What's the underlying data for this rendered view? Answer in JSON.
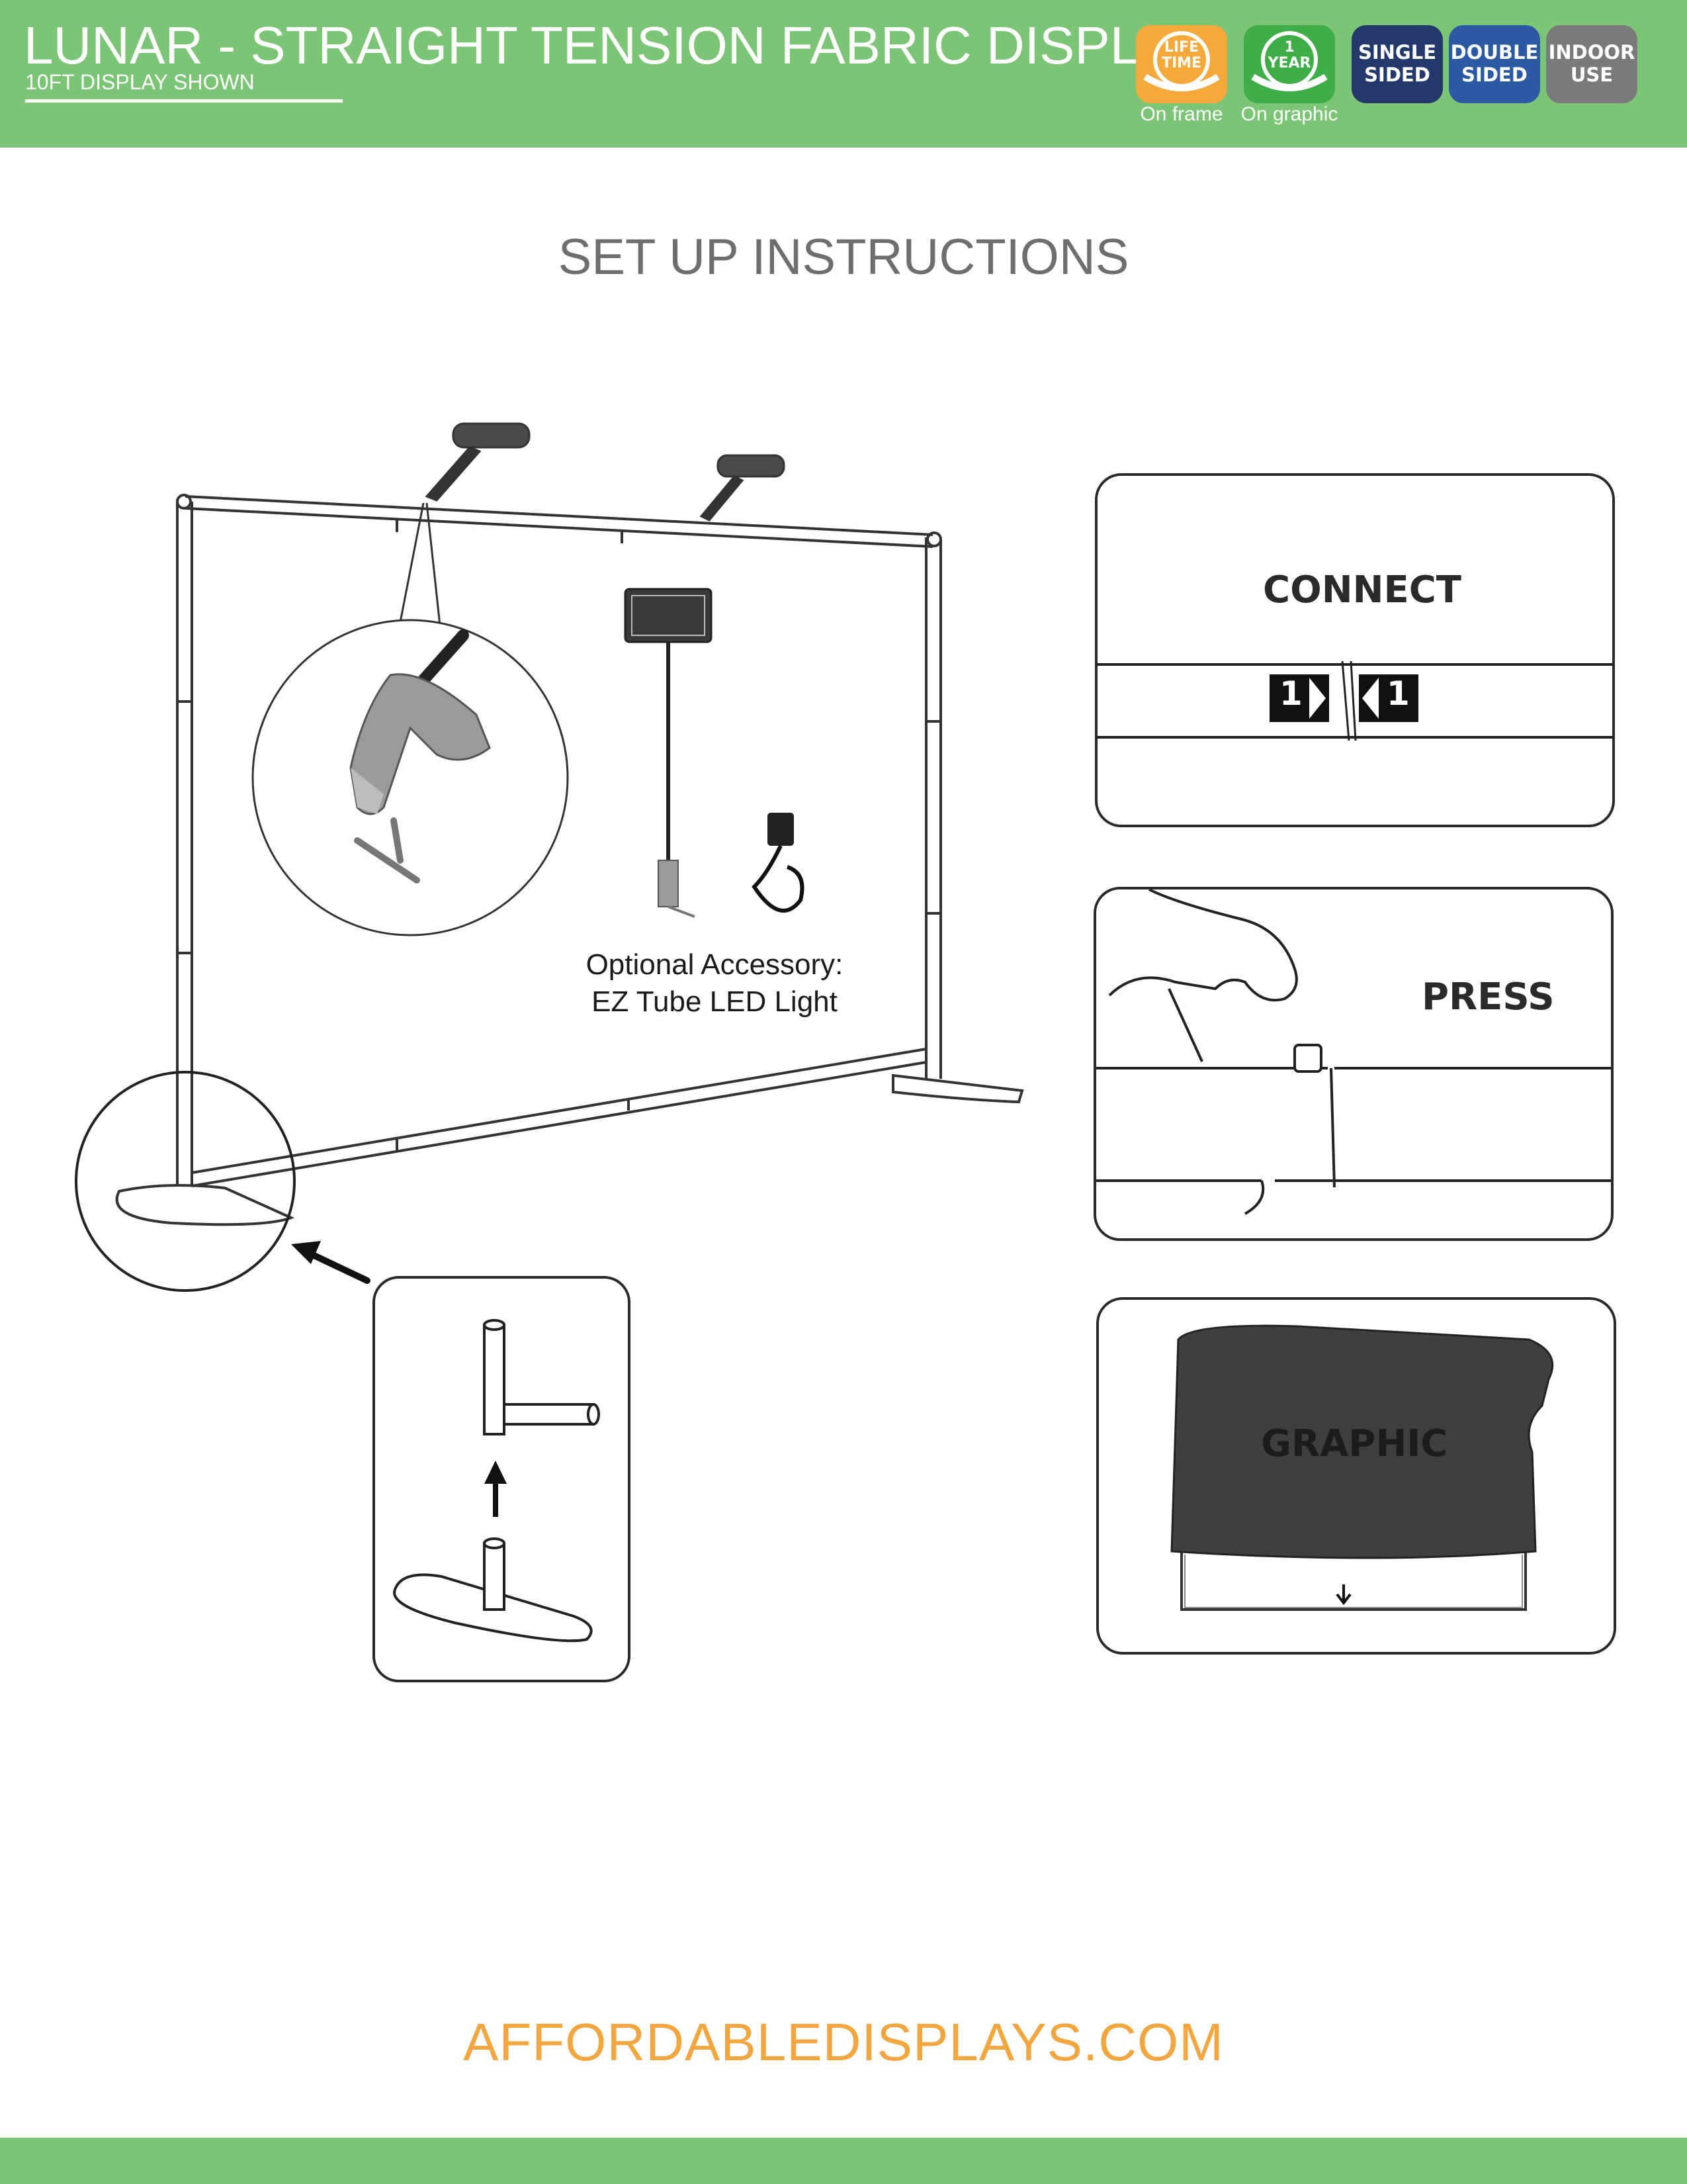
{
  "header": {
    "title": "LUNAR - STRAIGHT TENSION FABRIC DISPLAY",
    "subtitle": "10FT DISPLAY SHOWN",
    "badges": [
      {
        "text": "LIFE\nTIME",
        "caption": "On frame",
        "color": "#f5a93b"
      },
      {
        "text": "1\nYEAR",
        "caption": "On graphic",
        "color": "#3fae49"
      },
      {
        "text": "SINGLE\nSIDED",
        "color": "#24396b"
      },
      {
        "text": "DOUBLE\nSIDED",
        "color": "#2b5aa3"
      },
      {
        "text": "INDOOR\nUSE",
        "color": "#7a7a7a"
      }
    ]
  },
  "page": {
    "heading": "SET UP INSTRUCTIONS"
  },
  "accessory": {
    "line1": "Optional Accessory:",
    "line2": "EZ Tube LED Light"
  },
  "panels": {
    "connect_label": "CONNECT",
    "connect_markers": [
      "1",
      "1"
    ],
    "press_label": "PRESS",
    "graphic_label": "GRAPHIC"
  },
  "footer": {
    "url": "AFFORDABLEDISPLAYS.COM"
  },
  "colors": {
    "header_green": "#7dc576",
    "footer_orange": "#f2a640",
    "heading_gray": "#6e6e6e"
  }
}
